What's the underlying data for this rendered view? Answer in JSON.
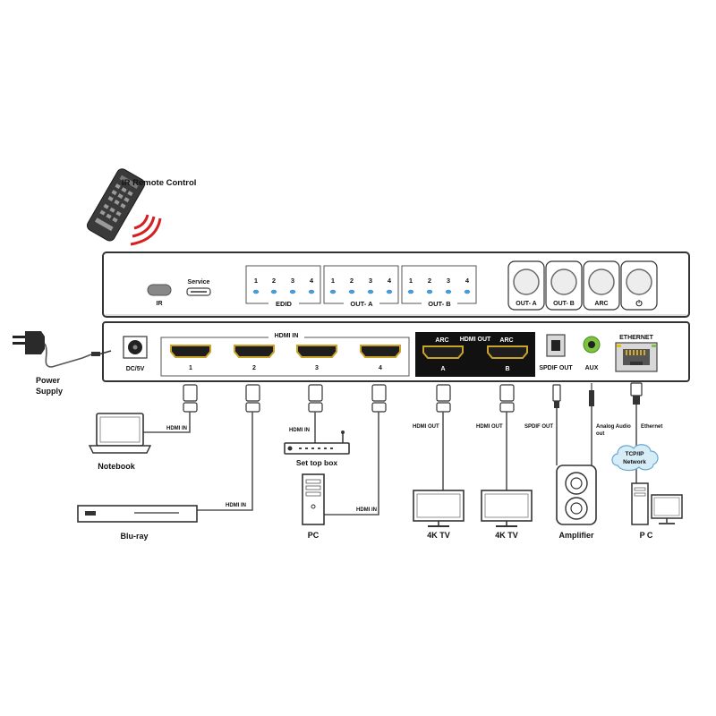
{
  "remote": {
    "label": "IR Remote Control"
  },
  "front_panel": {
    "ir_label": "IR",
    "service_label": "Service",
    "led_groups": [
      {
        "name": "EDID",
        "numbers": [
          "1",
          "2",
          "3",
          "4"
        ]
      },
      {
        "name": "OUT- A",
        "numbers": [
          "1",
          "2",
          "3",
          "4"
        ]
      },
      {
        "name": "OUT- B",
        "numbers": [
          "1",
          "2",
          "3",
          "4"
        ]
      }
    ],
    "buttons": [
      "OUT- A",
      "OUT- B",
      "ARC",
      "⏻"
    ]
  },
  "back_panel": {
    "dc_label": "DC/5V",
    "hdmi_in_title": "HDMI IN",
    "hdmi_in_ports": [
      "1",
      "2",
      "3",
      "4"
    ],
    "hdmi_out_title": "HDMI OUT",
    "arc_label": "ARC",
    "hdmi_out_ports": [
      "A",
      "B"
    ],
    "spdif_label": "SPDIF OUT",
    "aux_label": "AUX",
    "ethernet_label": "ETHERNET"
  },
  "power": {
    "label_line1": "Power",
    "label_line2": "Supply"
  },
  "cables": {
    "hdmi_in": "HDMI IN",
    "hdmi_out": "HDMI OUT",
    "spdif_out": "SPDIF OUT",
    "analog_line1": "Analog Audio",
    "analog_line2": "out",
    "ethernet": "Ethernet"
  },
  "devices": {
    "notebook": "Notebook",
    "bluray": "Blu-ray",
    "settop": "Set top box",
    "pc": "PC",
    "tv_a": "4K TV",
    "tv_b": "4K TV",
    "amplifier": "Amplifier",
    "pc_network": "P C"
  },
  "network": {
    "line1": "TCP/IP",
    "line2": "Network"
  }
}
